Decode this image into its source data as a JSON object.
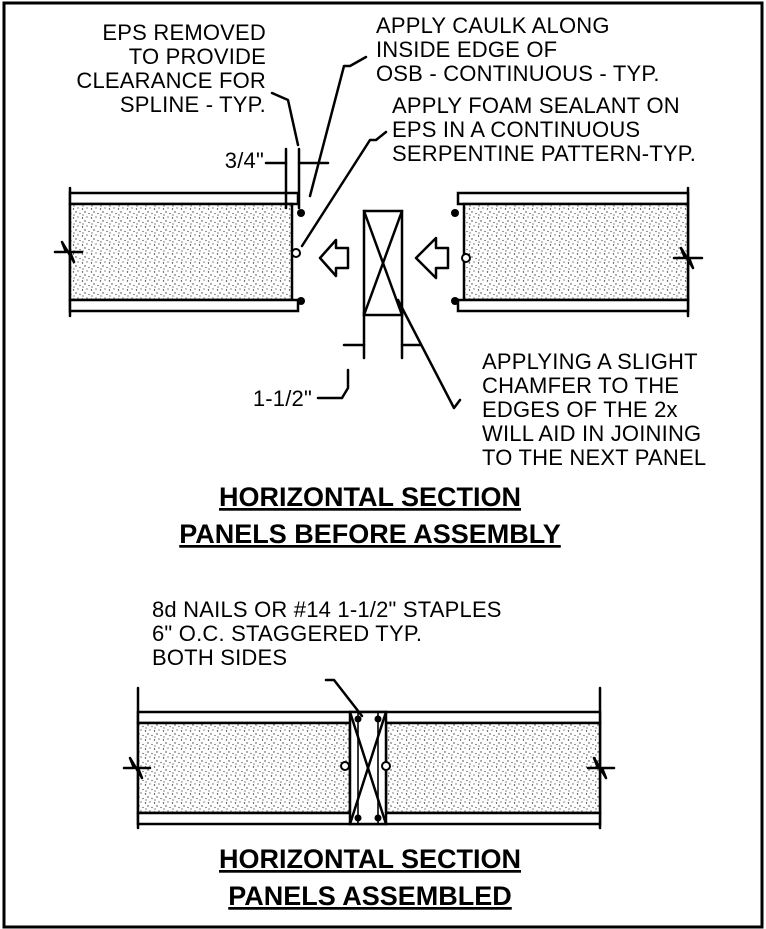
{
  "before": {
    "eps_removed": [
      "EPS REMOVED",
      "TO PROVIDE",
      "CLEARANCE FOR",
      "SPLINE - TYP."
    ],
    "caulk": [
      "APPLY CAULK ALONG",
      "INSIDE EDGE OF",
      "OSB - CONTINUOUS - TYP."
    ],
    "foam": [
      "APPLY FOAM SEALANT ON",
      "EPS IN A CONTINUOUS",
      "SERPENTINE PATTERN-TYP."
    ],
    "dim_clearance": "3/4\"",
    "dim_spline": "1-1/2\"",
    "chamfer": [
      "APPLYING A SLIGHT",
      "CHAMFER TO THE",
      "EDGES OF THE 2x",
      "WILL AID IN JOINING",
      "TO THE NEXT PANEL"
    ],
    "title": [
      "HORIZONTAL SECTION",
      "PANELS BEFORE ASSEMBLY"
    ]
  },
  "after": {
    "nails": [
      "8d NAILS OR #14 1-1/2\" STAPLES",
      "6\" O.C. STAGGERED TYP.",
      "BOTH SIDES"
    ],
    "title": [
      "HORIZONTAL SECTION",
      "PANELS ASSEMBLED"
    ]
  }
}
